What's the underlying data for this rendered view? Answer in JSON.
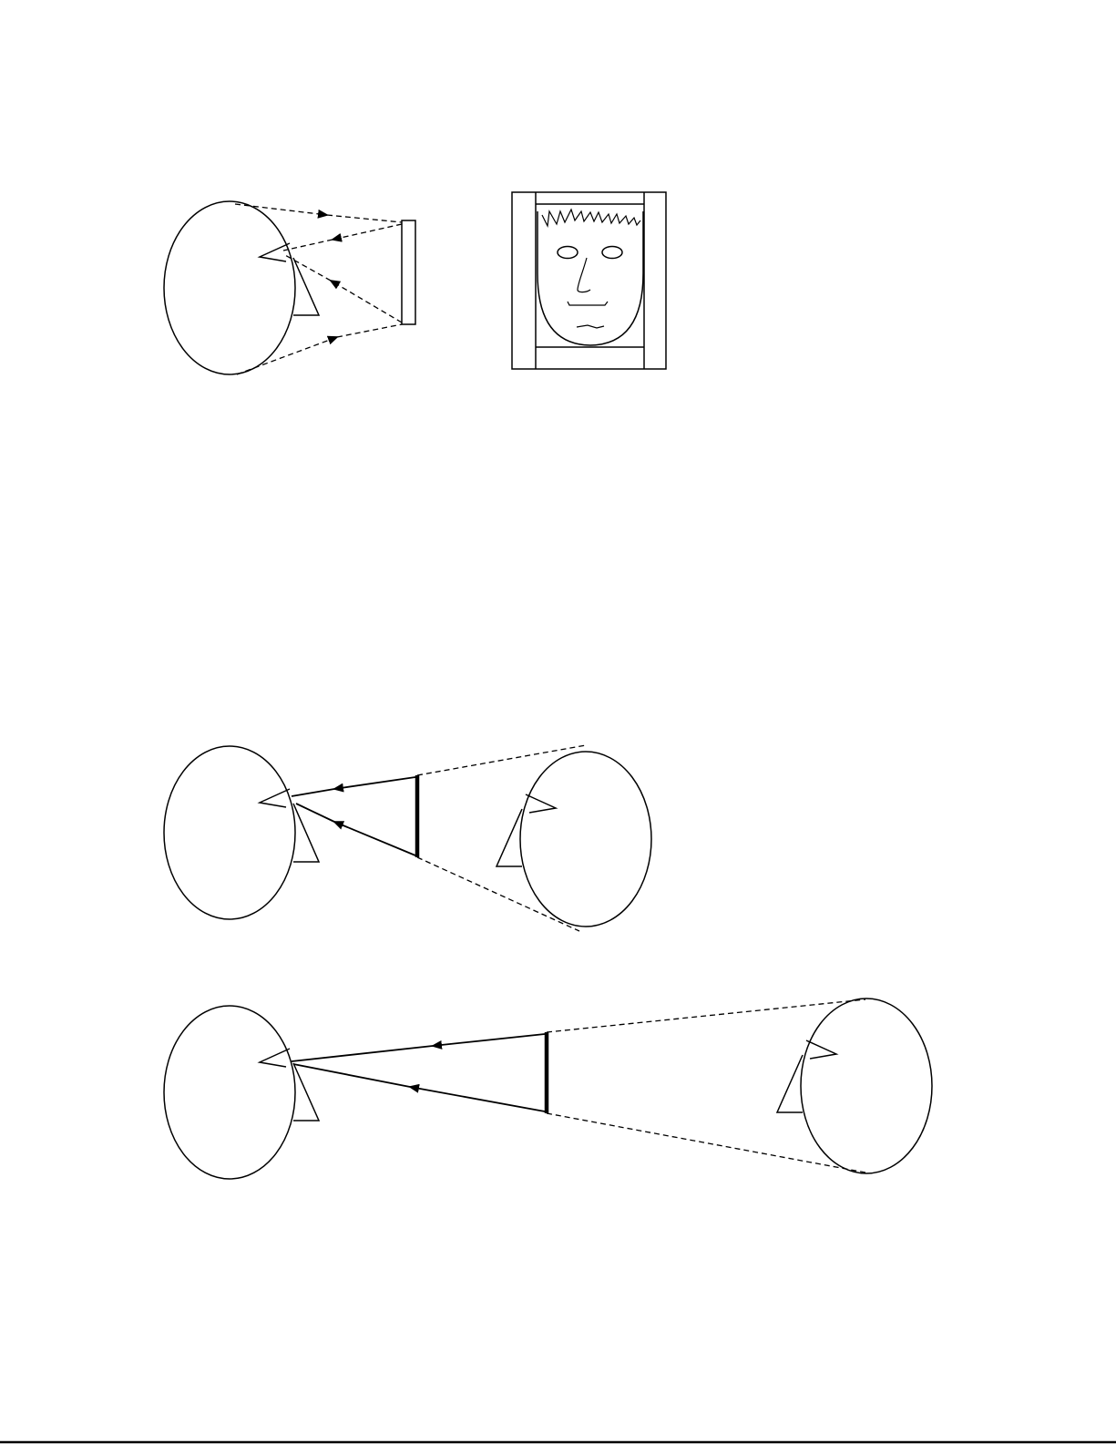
{
  "page": {
    "background_color": "#ffffff",
    "ink_color": "#000000"
  },
  "panels": [
    {
      "id": "mirror-reflection",
      "description_visible_text": ""
    },
    {
      "id": "mirror-view",
      "description_visible_text": ""
    },
    {
      "id": "near-viewer",
      "description_visible_text": ""
    },
    {
      "id": "far-viewer",
      "description_visible_text": ""
    }
  ]
}
